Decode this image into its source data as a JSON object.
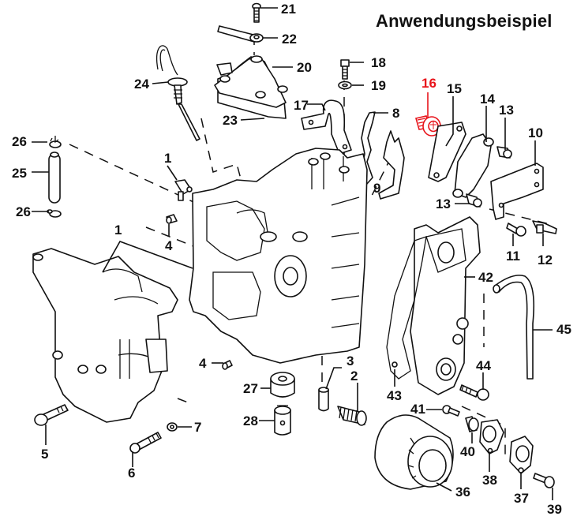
{
  "title": "Anwendungsbeispiel",
  "highlight_color": "#e8141b",
  "highlighted_part": "16",
  "callouts": [
    {
      "id": "c21",
      "label": "21"
    },
    {
      "id": "c22",
      "label": "22"
    },
    {
      "id": "c20",
      "label": "20"
    },
    {
      "id": "c18",
      "label": "18"
    },
    {
      "id": "c19",
      "label": "19"
    },
    {
      "id": "c24",
      "label": "24"
    },
    {
      "id": "c17",
      "label": "17"
    },
    {
      "id": "c23",
      "label": "23"
    },
    {
      "id": "c16",
      "label": "16",
      "highlighted": true
    },
    {
      "id": "c15",
      "label": "15"
    },
    {
      "id": "c14",
      "label": "14"
    },
    {
      "id": "c13a",
      "label": "13"
    },
    {
      "id": "c8",
      "label": "8"
    },
    {
      "id": "c10",
      "label": "10"
    },
    {
      "id": "c9",
      "label": "9"
    },
    {
      "id": "c13b",
      "label": "13"
    },
    {
      "id": "c26a",
      "label": "26"
    },
    {
      "id": "c25",
      "label": "25"
    },
    {
      "id": "c26b",
      "label": "26"
    },
    {
      "id": "c1a",
      "label": "1"
    },
    {
      "id": "c4a",
      "label": "4"
    },
    {
      "id": "c1b",
      "label": "1"
    },
    {
      "id": "c11",
      "label": "11"
    },
    {
      "id": "c12",
      "label": "12"
    },
    {
      "id": "c42",
      "label": "42"
    },
    {
      "id": "c45",
      "label": "45"
    },
    {
      "id": "c4b",
      "label": "4"
    },
    {
      "id": "c3",
      "label": "3"
    },
    {
      "id": "c2",
      "label": "2"
    },
    {
      "id": "c27",
      "label": "27"
    },
    {
      "id": "c44",
      "label": "44"
    },
    {
      "id": "c43",
      "label": "43"
    },
    {
      "id": "c41",
      "label": "41"
    },
    {
      "id": "c28",
      "label": "28"
    },
    {
      "id": "c7",
      "label": "7"
    },
    {
      "id": "c5",
      "label": "5"
    },
    {
      "id": "c40",
      "label": "40"
    },
    {
      "id": "c38",
      "label": "38"
    },
    {
      "id": "c6",
      "label": "6"
    },
    {
      "id": "c36",
      "label": "36"
    },
    {
      "id": "c37",
      "label": "37"
    },
    {
      "id": "c39",
      "label": "39"
    }
  ]
}
